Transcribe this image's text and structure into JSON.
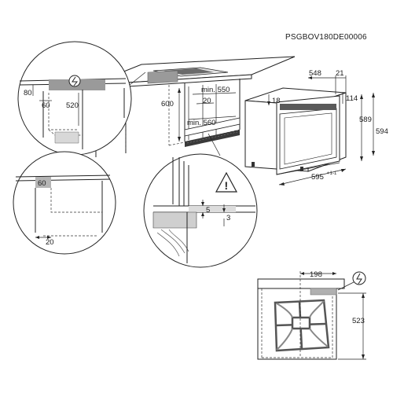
{
  "document_code": "PSGBOV180DE00006",
  "dimensions": {
    "d548": "548",
    "d21": "21",
    "d114": "114",
    "d18": "18",
    "d589": "589",
    "d594": "594",
    "d595": "595",
    "d595_tol": "+1",
    "d595_tol2": "-1",
    "d550": "min. 550",
    "d20_top": "20",
    "d560": "min. 560",
    "d600": "600",
    "d520": "520",
    "d80": "80",
    "d60_left": "60",
    "d60_box": "60",
    "d20_bottom": "20",
    "d5": "5",
    "d3": "3",
    "d198": "198",
    "d523": "523"
  }
}
